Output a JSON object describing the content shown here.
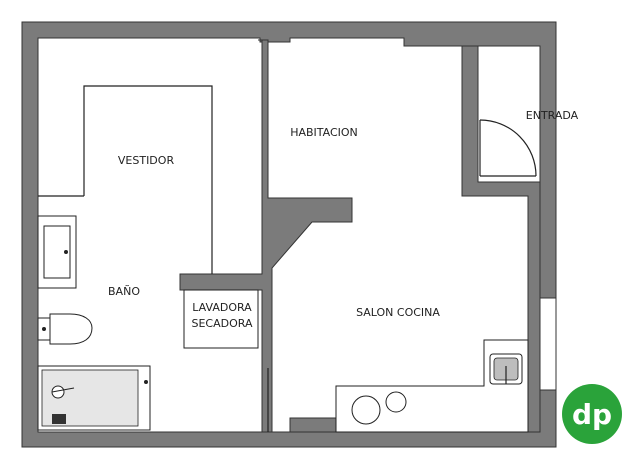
{
  "rooms": {
    "vestidor": "VESTIDOR",
    "habitacion": "HABITACION",
    "entrada": "ENTRADA",
    "bano": "BAÑO",
    "lavadora_line1": "LAVADORA",
    "lavadora_line2": "SECADORA",
    "salon_cocina": "SALON COCINA"
  },
  "logo": {
    "text": "dp"
  },
  "colors": {
    "wall": "#7b7b7b",
    "logo_green": "#2aa33a"
  }
}
